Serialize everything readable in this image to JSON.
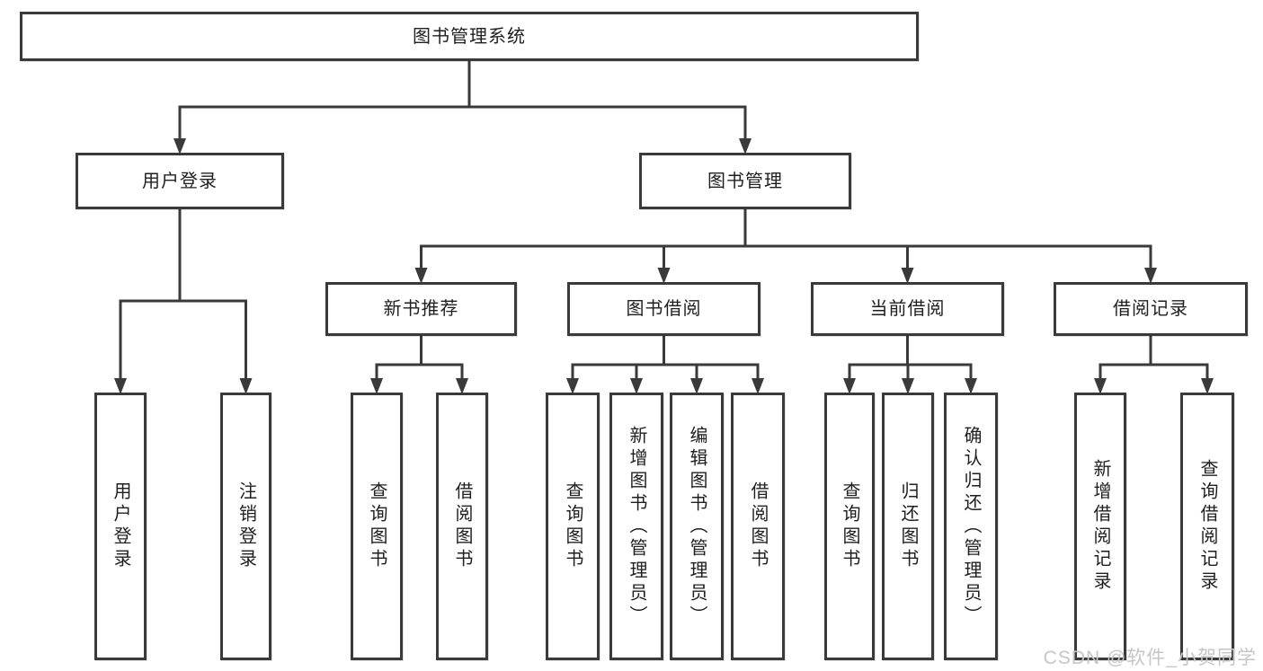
{
  "diagram": {
    "type": "hierarchy-tree",
    "title": "图书管理系统",
    "colors": {
      "line": "#3a3a3a",
      "box_border": "#3a3a3a",
      "box_fill": "#ffffff",
      "text": "#1f1f1f",
      "watermark": "#c6c6c6"
    },
    "nodes": [
      {
        "id": "root",
        "label": "图书管理系统",
        "level": 1,
        "orientation": "horizontal"
      },
      {
        "id": "user-login",
        "label": "用户登录",
        "level": 2,
        "orientation": "horizontal"
      },
      {
        "id": "book-mgmt",
        "label": "图书管理",
        "level": 2,
        "orientation": "horizontal"
      },
      {
        "id": "new-rec",
        "label": "新书推荐",
        "level": 3,
        "orientation": "horizontal"
      },
      {
        "id": "book-borrow",
        "label": "图书借阅",
        "level": 3,
        "orientation": "horizontal"
      },
      {
        "id": "cur-borrow",
        "label": "当前借阅",
        "level": 3,
        "orientation": "horizontal"
      },
      {
        "id": "borrow-rec",
        "label": "借阅记录",
        "level": 3,
        "orientation": "horizontal"
      },
      {
        "id": "ul-login",
        "label": "用户登录",
        "level": 4,
        "orientation": "vertical"
      },
      {
        "id": "ul-logout",
        "label": "注销登录",
        "level": 4,
        "orientation": "vertical"
      },
      {
        "id": "nr-query",
        "label": "查询图书",
        "level": 4,
        "orientation": "vertical"
      },
      {
        "id": "nr-borrow",
        "label": "借阅图书",
        "level": 4,
        "orientation": "vertical"
      },
      {
        "id": "bb-query",
        "label": "查询图书",
        "level": 4,
        "orientation": "vertical"
      },
      {
        "id": "bb-add",
        "label": "新增图书（管理员）",
        "level": 4,
        "orientation": "vertical"
      },
      {
        "id": "bb-edit",
        "label": "编辑图书（管理员）",
        "level": 4,
        "orientation": "vertical"
      },
      {
        "id": "bb-borrow",
        "label": "借阅图书",
        "level": 4,
        "orientation": "vertical"
      },
      {
        "id": "cb-query",
        "label": "查询图书",
        "level": 4,
        "orientation": "vertical"
      },
      {
        "id": "cb-return",
        "label": "归还图书",
        "level": 4,
        "orientation": "vertical"
      },
      {
        "id": "cb-confirm",
        "label": "确认归还（管理员）",
        "level": 4,
        "orientation": "vertical"
      },
      {
        "id": "br-add",
        "label": "新增借阅记录",
        "level": 4,
        "orientation": "vertical"
      },
      {
        "id": "br-query",
        "label": "查询借阅记录",
        "level": 4,
        "orientation": "vertical"
      }
    ],
    "edges": [
      {
        "from": "root",
        "to": "user-login"
      },
      {
        "from": "root",
        "to": "book-mgmt"
      },
      {
        "from": "user-login",
        "to": "ul-login"
      },
      {
        "from": "user-login",
        "to": "ul-logout"
      },
      {
        "from": "book-mgmt",
        "to": "new-rec"
      },
      {
        "from": "book-mgmt",
        "to": "book-borrow"
      },
      {
        "from": "book-mgmt",
        "to": "cur-borrow"
      },
      {
        "from": "book-mgmt",
        "to": "borrow-rec"
      },
      {
        "from": "new-rec",
        "to": "nr-query"
      },
      {
        "from": "new-rec",
        "to": "nr-borrow"
      },
      {
        "from": "book-borrow",
        "to": "bb-query"
      },
      {
        "from": "book-borrow",
        "to": "bb-add"
      },
      {
        "from": "book-borrow",
        "to": "bb-edit"
      },
      {
        "from": "book-borrow",
        "to": "bb-borrow"
      },
      {
        "from": "cur-borrow",
        "to": "cb-query"
      },
      {
        "from": "cur-borrow",
        "to": "cb-return"
      },
      {
        "from": "cur-borrow",
        "to": "cb-confirm"
      },
      {
        "from": "borrow-rec",
        "to": "br-add"
      },
      {
        "from": "borrow-rec",
        "to": "br-query"
      }
    ]
  },
  "watermark": {
    "text": "CSDN @软件_小贺同学"
  }
}
